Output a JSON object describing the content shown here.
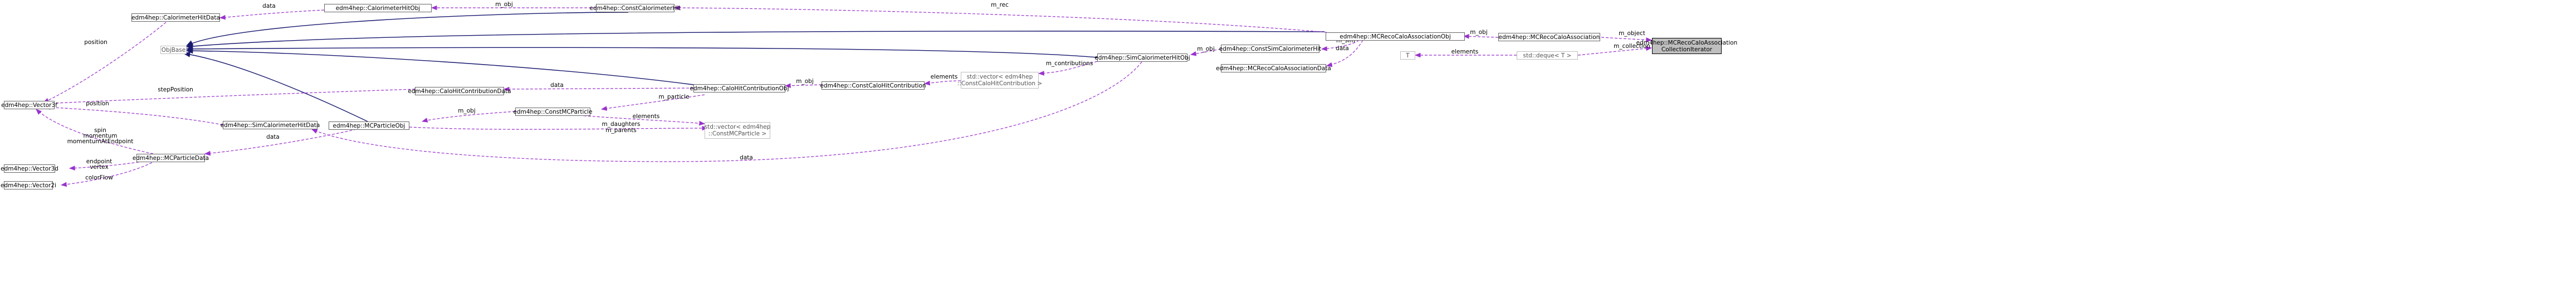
{
  "nodes": {
    "collection_iterator": "edm4hep::MCRecoCaloAssociation\nCollectionIterator",
    "mcreco_calo_association": "edm4hep::MCRecoCaloAssociation",
    "mcreco_calo_association_obj": "edm4hep::MCRecoCaloAssociationObj",
    "std_deque": "std::deque< T >",
    "t": "T",
    "const_calorimeter_hit": "edm4hep::ConstCalorimeterHit",
    "calorimeter_hit_obj": "edm4hep::CalorimeterHitObj",
    "calorimeter_hit_data": "edm4hep::CalorimeterHitData",
    "objbase": "ObjBase",
    "vector3f": "edm4hep::Vector3f",
    "const_sim_calorimeter_hit": "edm4hep::ConstSimCalorimeterHit",
    "mcreco_calo_association_data": "edm4hep::MCRecoCaloAssociationData",
    "sim_calorimeter_hit_obj": "edm4hep::SimCalorimeterHitObj",
    "vector_const_calo_hit_contribution": "std::vector< edm4hep\n::ConstCaloHitContribution >",
    "const_calo_hit_contribution": "edm4hep::ConstCaloHitContribution",
    "calo_hit_contribution_obj": "edm4hep::CaloHitContributionObj",
    "calo_hit_contribution_data": "edm4hep::CaloHitContributionData",
    "const_mc_particle": "edm4hep::ConstMCParticle",
    "vector_const_mc_particle": "std::vector< edm4hep\n::ConstMCParticle >",
    "sim_calorimeter_hit_data": "edm4hep::SimCalorimeterHitData",
    "mc_particle_obj": "edm4hep::MCParticleObj",
    "mc_particle_data": "edm4hep::MCParticleData",
    "vector3d": "edm4hep::Vector3d",
    "vector2i": "edm4hep::Vector2i"
  },
  "edge_labels": {
    "m_object": "m_object",
    "m_collection": "m_collection",
    "m_obj_association": "m_obj",
    "elements_deque": "elements",
    "m_rec": "m_rec",
    "m_sim": "m_sim",
    "data_association": "data",
    "m_obj_calorimeter": "m_obj",
    "data_calorimeter": "data",
    "position_calorimeter": "position",
    "m_obj_simhit": "m_obj",
    "m_contributions": "m_contributions",
    "elements_contributions": "elements",
    "m_obj_contribution": "m_obj",
    "data_contribution": "data",
    "step_position": "stepPosition",
    "m_particle": "m_particle",
    "m_obj_particle": "m_obj",
    "elements_particles": "elements",
    "m_daughters_parents": "m_daughters\nm_parents",
    "position_simhit": "position",
    "data_simhit": "data",
    "data_particle": "data",
    "spin_momentum": "spin\nmomentum\nmomentumAtEndpoint",
    "endpoint_vertex": "endpoint\nvertex",
    "color_flow": "colorFlow"
  },
  "colors": {
    "inheritance": "#191970",
    "usage": "#9a32cd",
    "highlight_fill": "#bfbfbf"
  }
}
